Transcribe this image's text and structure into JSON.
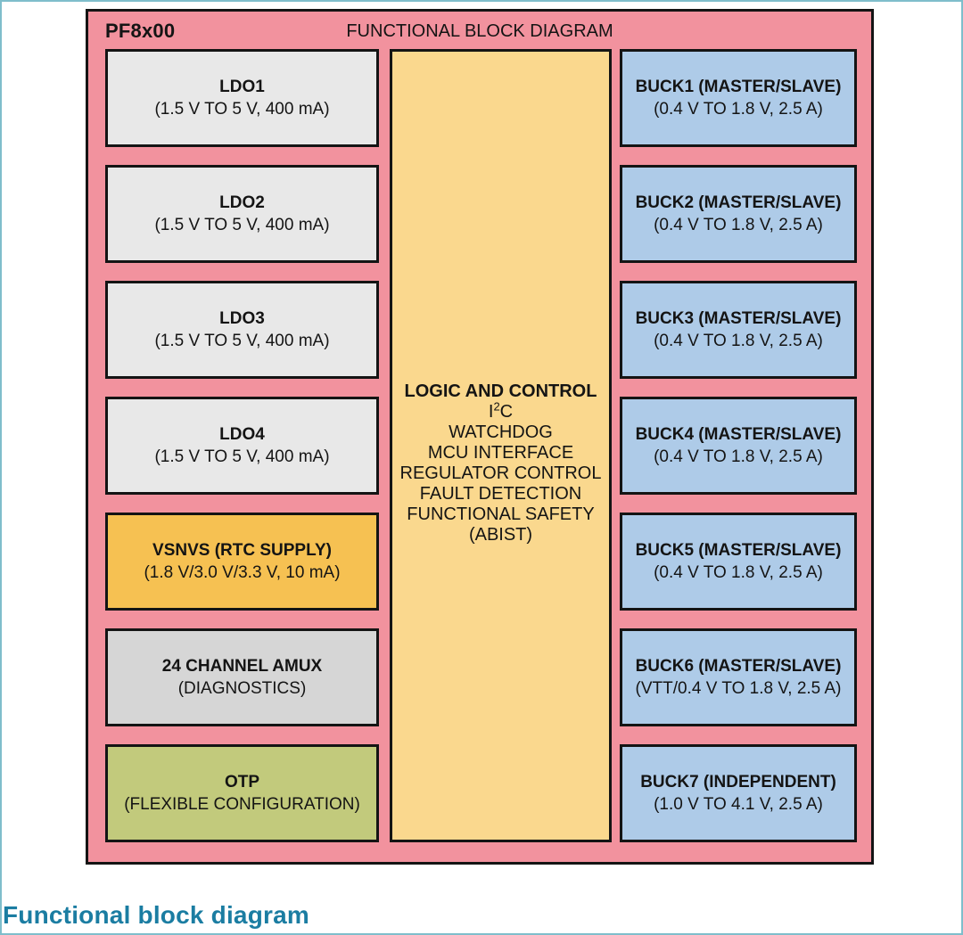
{
  "diagram": {
    "chip_label": "PF8x00",
    "title": "FUNCTIONAL BLOCK DIAGRAM",
    "left_blocks": [
      {
        "title": "LDO1",
        "subtitle": "(1.5 V TO 5 V, 400 mA)",
        "color": "#e8e8e8"
      },
      {
        "title": "LDO2",
        "subtitle": "(1.5 V TO 5 V, 400 mA)",
        "color": "#e8e8e8"
      },
      {
        "title": "LDO3",
        "subtitle": "(1.5 V TO 5 V, 400 mA)",
        "color": "#e8e8e8"
      },
      {
        "title": "LDO4",
        "subtitle": "(1.5 V TO 5 V, 400 mA)",
        "color": "#e8e8e8"
      },
      {
        "title": "VSNVS (RTC SUPPLY)",
        "subtitle": "(1.8 V/3.0 V/3.3 V, 10 mA)",
        "color": "#f6c152"
      },
      {
        "title": "24 CHANNEL AMUX",
        "subtitle": "(DIAGNOSTICS)",
        "color": "#d6d6d6"
      },
      {
        "title": "OTP",
        "subtitle": "(FLEXIBLE CONFIGURATION)",
        "color": "#c2ca7c"
      }
    ],
    "center_block": {
      "heading": "LOGIC AND CONTROL",
      "i2c": {
        "base": "I",
        "sup": "2",
        "tail": "C"
      },
      "lines": [
        "WATCHDOG",
        "MCU INTERFACE",
        "REGULATOR CONTROL",
        "FAULT DETECTION",
        "FUNCTIONAL SAFETY",
        "(ABIST)"
      ],
      "color": "#fad88e"
    },
    "right_blocks": [
      {
        "title": "BUCK1 (MASTER/SLAVE)",
        "subtitle": "(0.4 V TO 1.8 V, 2.5 A)",
        "color": "#aecbe8"
      },
      {
        "title": "BUCK2 (MASTER/SLAVE)",
        "subtitle": "(0.4 V TO 1.8 V, 2.5 A)",
        "color": "#aecbe8"
      },
      {
        "title": "BUCK3 (MASTER/SLAVE)",
        "subtitle": "(0.4 V TO 1.8 V, 2.5 A)",
        "color": "#aecbe8"
      },
      {
        "title": "BUCK4 (MASTER/SLAVE)",
        "subtitle": "(0.4 V TO 1.8 V, 2.5 A)",
        "color": "#aecbe8"
      },
      {
        "title": "BUCK5 (MASTER/SLAVE)",
        "subtitle": "(0.4 V TO 1.8 V, 2.5 A)",
        "color": "#aecbe8"
      },
      {
        "title": "BUCK6 (MASTER/SLAVE)",
        "subtitle": "(VTT/0.4 V TO 1.8 V, 2.5 A)",
        "color": "#aecbe8"
      },
      {
        "title": "BUCK7 (INDEPENDENT)",
        "subtitle": "(1.0 V TO 4.1 V, 2.5 A)",
        "color": "#aecbe8"
      }
    ],
    "container_color": "#f2929e"
  },
  "caption": "Functional block diagram",
  "colors": {
    "container_pink": "#f2929e",
    "ldo_gray": "#e8e8e8",
    "vsnvs_orange": "#f6c152",
    "amux_gray": "#d6d6d6",
    "otp_olive": "#c2ca7c",
    "logic_tan": "#fad88e",
    "buck_blue": "#aecbe8",
    "block_border": "#141414",
    "caption_teal": "#1b7da2",
    "page_border_teal": "#7fbecb"
  }
}
